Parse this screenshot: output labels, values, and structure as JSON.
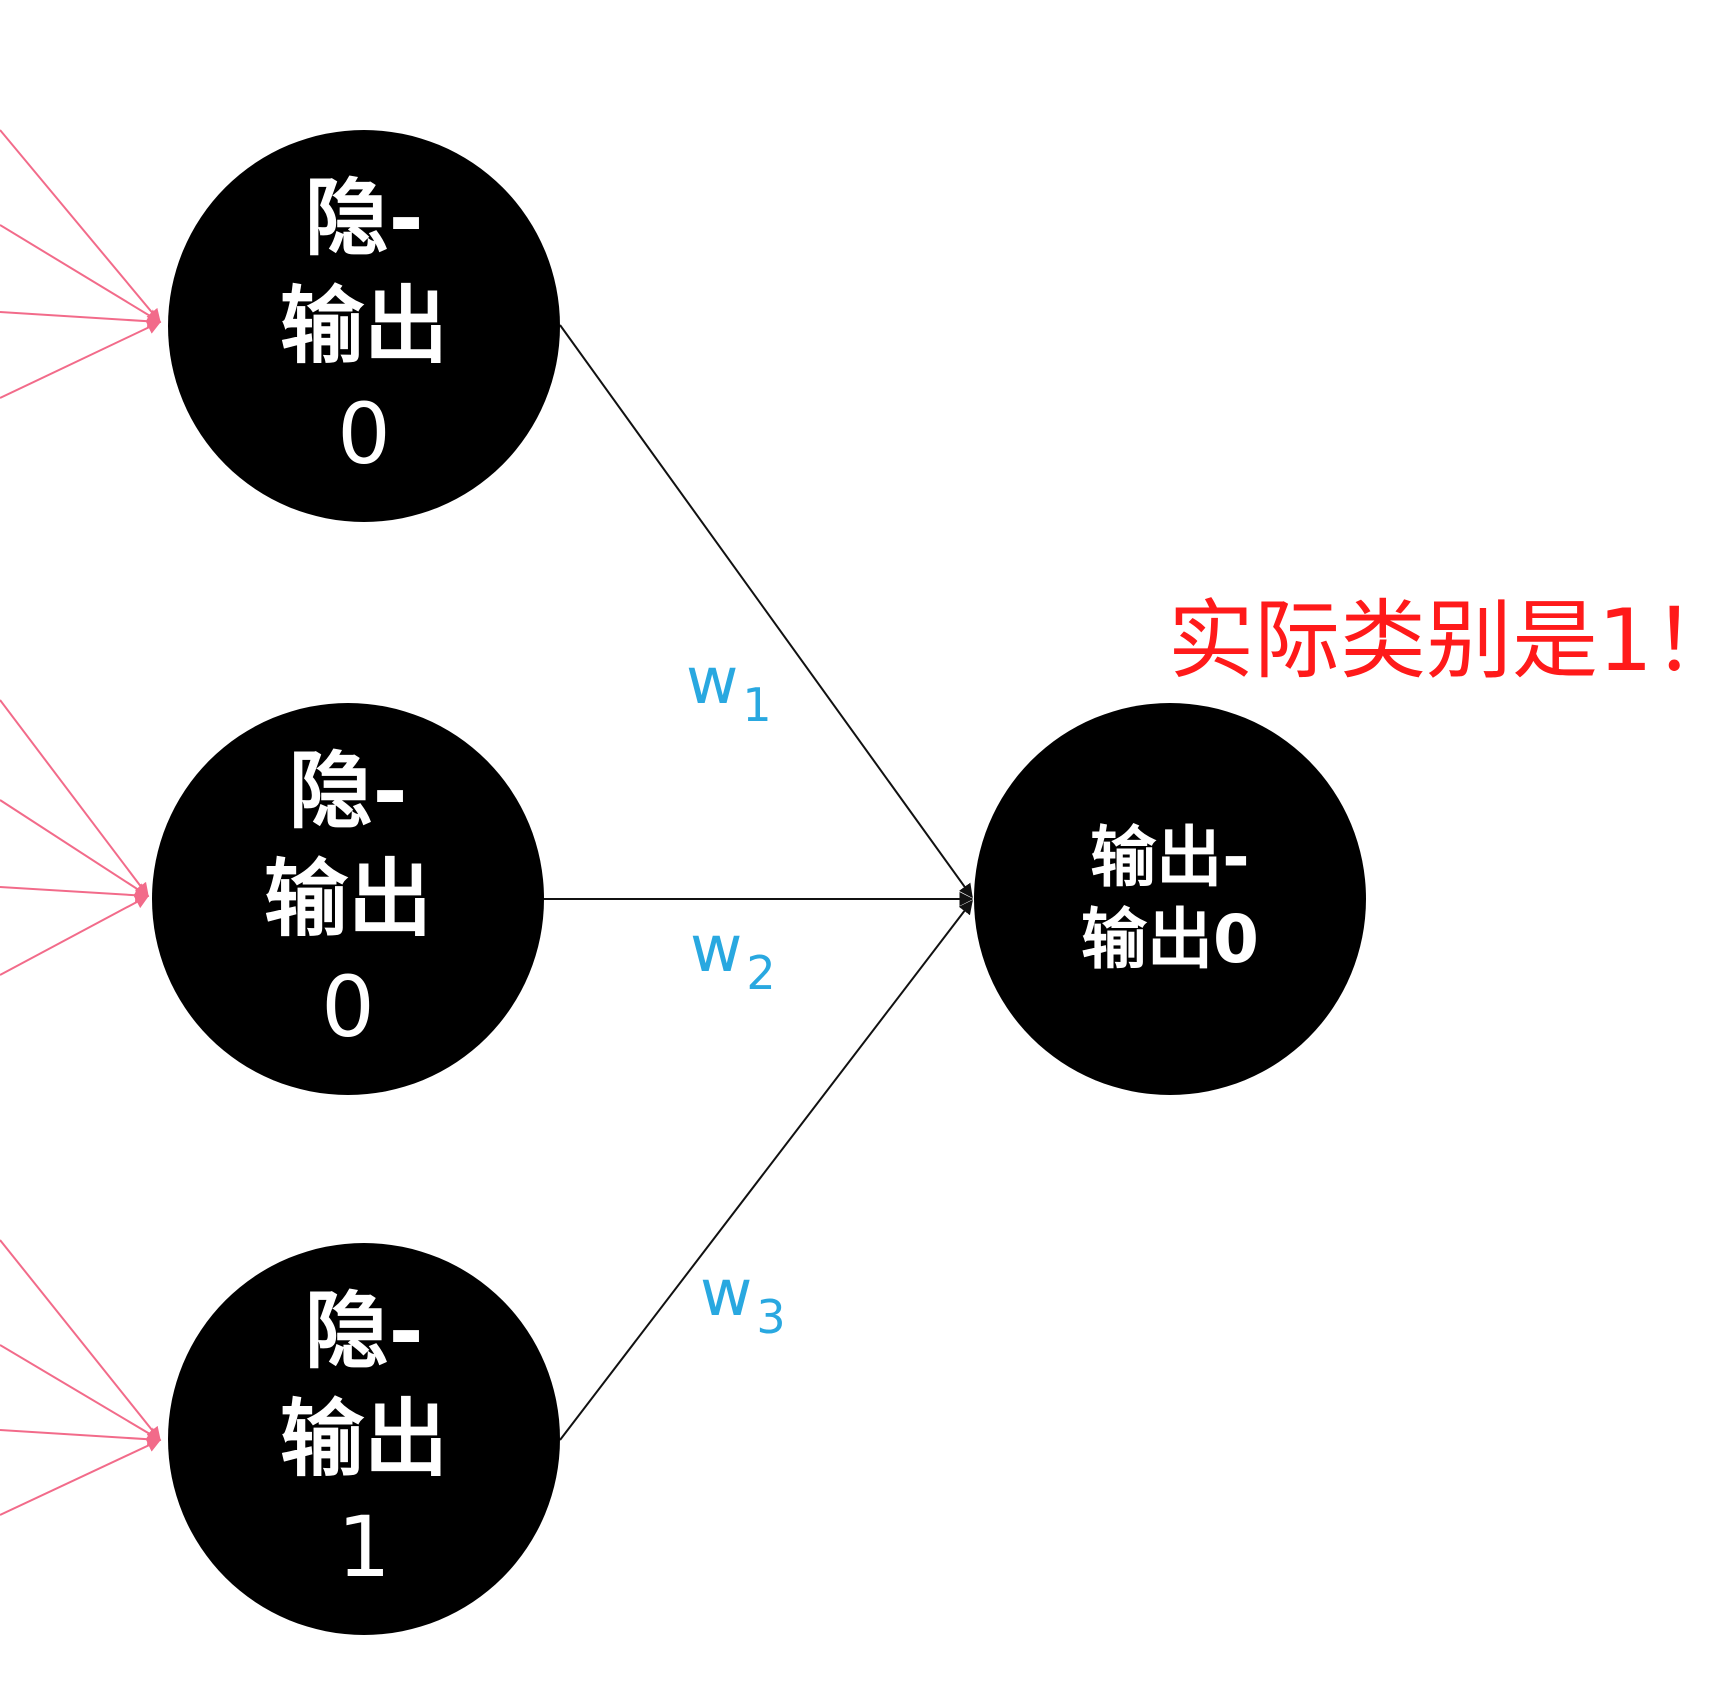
{
  "colors": {
    "node_fill": "#000000",
    "node_text": "#ffffff",
    "incoming_edges": "#f26b8a",
    "weight_edges": "#111111",
    "weight_labels": "#29a8e0",
    "annotation": "#ff1a1a"
  },
  "hidden_nodes": [
    {
      "line1": "隐-",
      "line2": "输出",
      "line3": "0"
    },
    {
      "line1": "隐-",
      "line2": "输出",
      "line3": "0"
    },
    {
      "line1": "隐-",
      "line2": "输出",
      "line3": "1"
    }
  ],
  "output_node": {
    "line1": "输出-",
    "line2": "输出0"
  },
  "weights": [
    {
      "symbol": "w",
      "index": "1"
    },
    {
      "symbol": "w",
      "index": "2"
    },
    {
      "symbol": "w",
      "index": "3"
    }
  ],
  "annotation": "实际类别是1！"
}
